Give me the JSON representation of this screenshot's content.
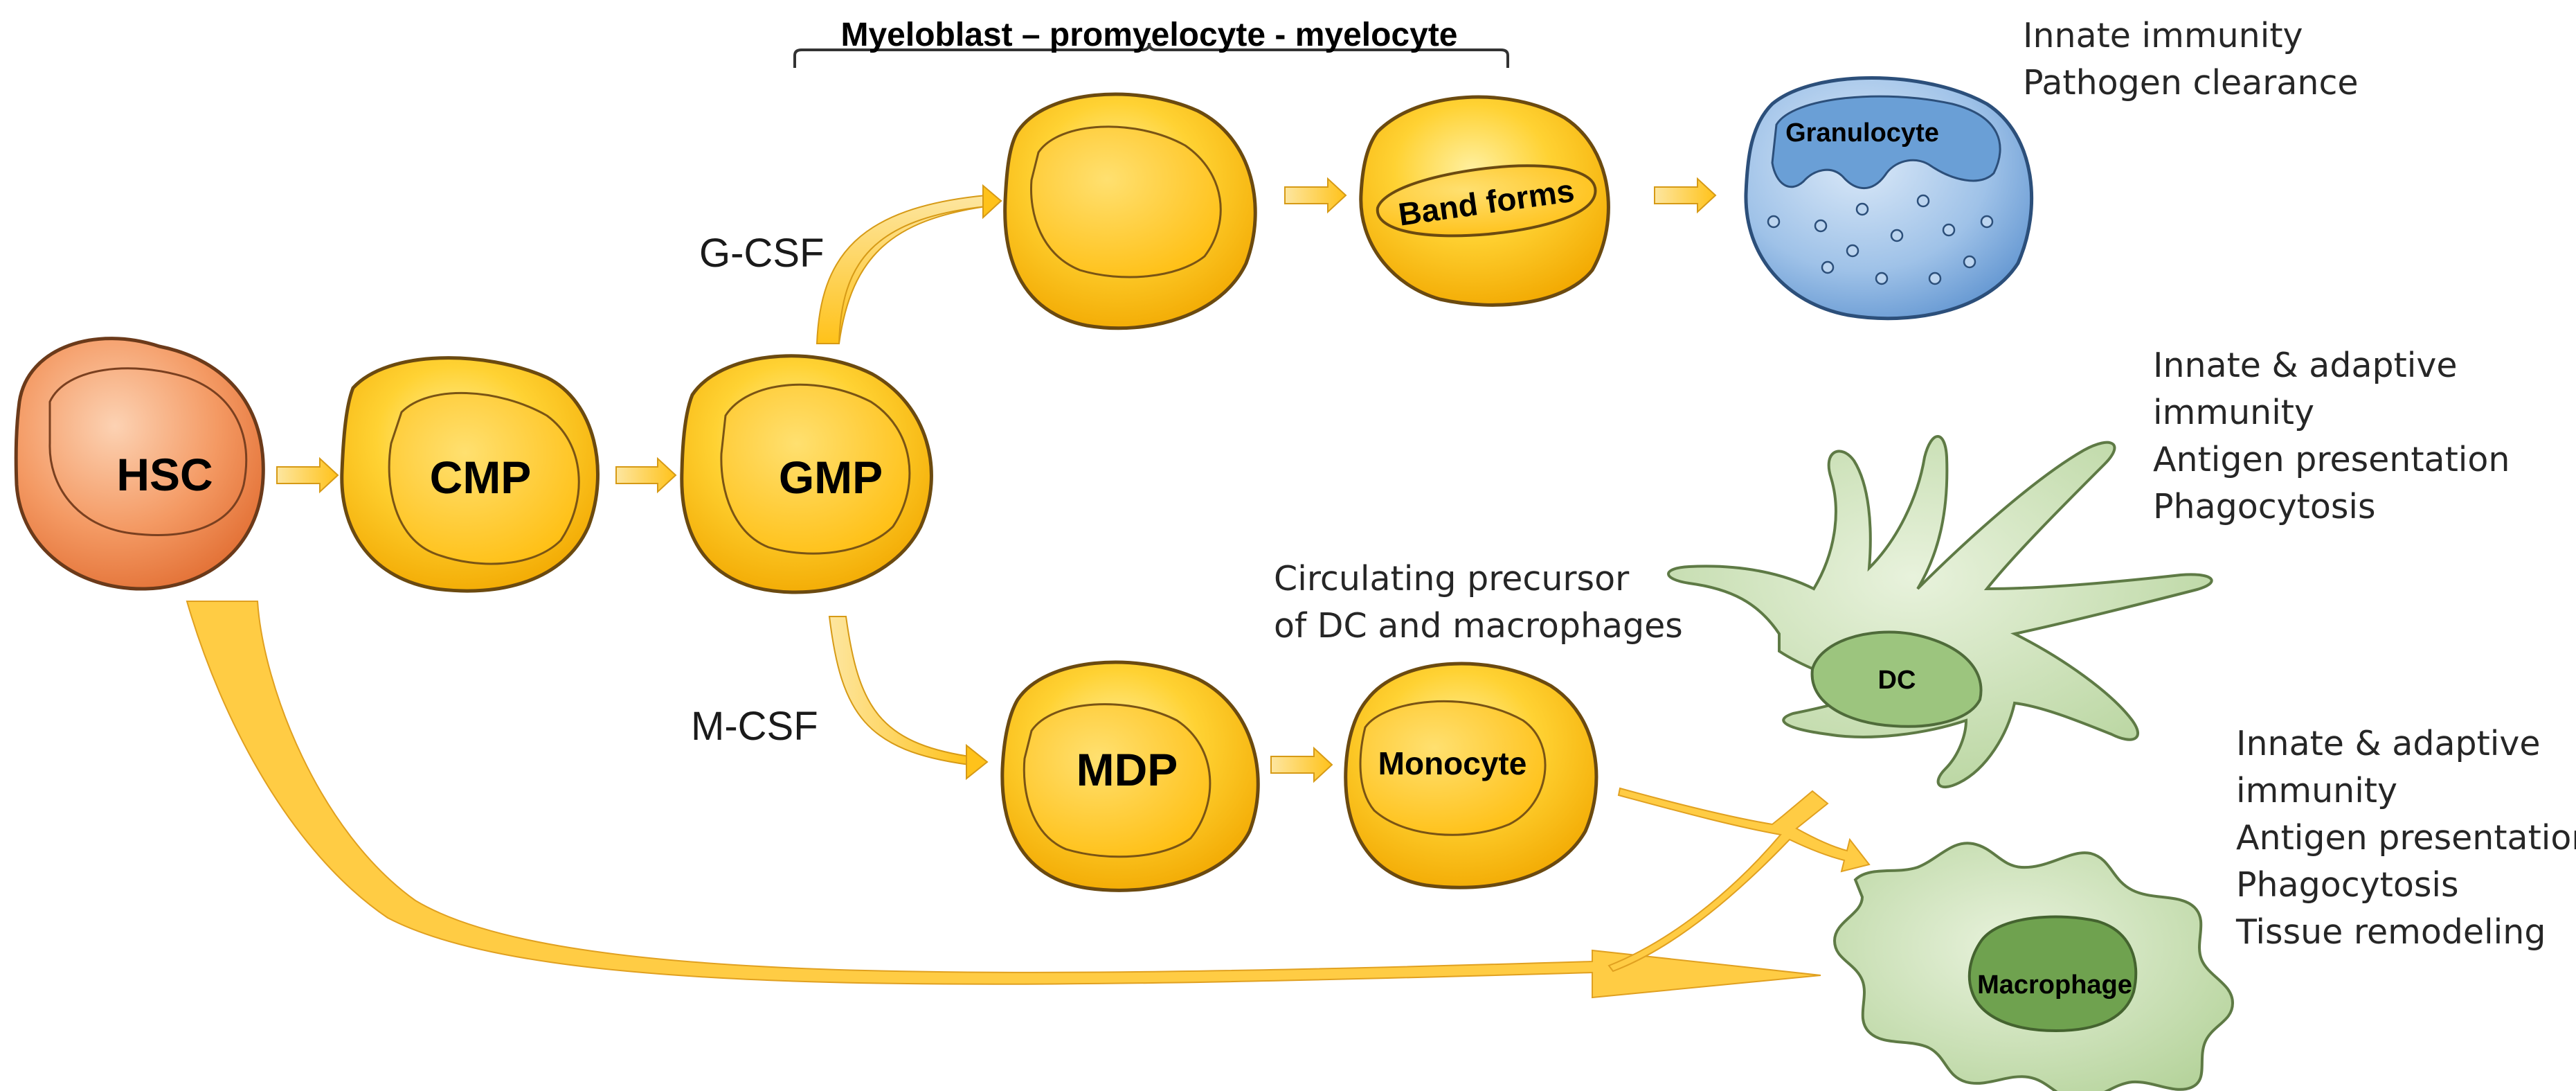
{
  "stages_header": "Myeloblast – promyelocyte - myelocyte",
  "cells": {
    "hsc": "HSC",
    "cmp": "CMP",
    "gmp": "GMP",
    "mdp": "MDP",
    "band_forms": "Band forms",
    "granulocyte": "Granulocyte",
    "monocyte": "Monocyte",
    "dc": "DC",
    "macrophage": "Macrophage"
  },
  "factors": {
    "gcsf": "G-CSF",
    "mcsf": "M-CSF"
  },
  "notes": {
    "granulocyte": [
      "Innate immunity",
      "Pathogen clearance"
    ],
    "dc": [
      "Innate & adaptive",
      "immunity",
      "Antigen presentation",
      "Phagocytosis"
    ],
    "monocyte": [
      "Circulating precursor",
      "of DC and macrophages"
    ],
    "macrophage": [
      "Innate & adaptive",
      "immunity",
      "Antigen presentation",
      "Phagocytosis",
      "Tissue remodeling"
    ]
  },
  "colors": {
    "hsc_fill": "#f08b55",
    "progenitor_fill": "#ffc61e",
    "granulocyte_fill": "#8db6e2",
    "dc_macrophage_fill": "#b4d39a",
    "arrow_fill": "#ffcc44"
  }
}
